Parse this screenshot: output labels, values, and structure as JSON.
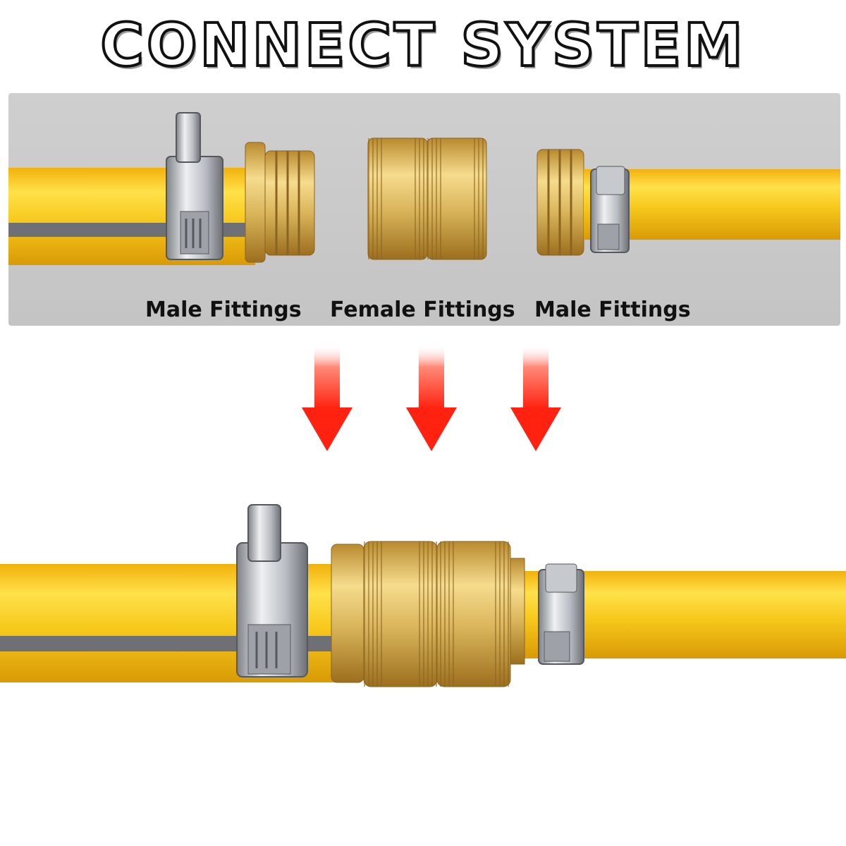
{
  "title": "CONNECT SYSTEM",
  "labels": {
    "left": "Male Fittings",
    "center": "Female Fittings",
    "right": "Male Fittings"
  },
  "colors": {
    "hose": "#f5c518",
    "hose_stripe": "#6e7075",
    "brass": "#d9b45a",
    "steel": "#b8bcc2",
    "arrow": "#ff2d14",
    "panel": "#c9c9c9"
  }
}
